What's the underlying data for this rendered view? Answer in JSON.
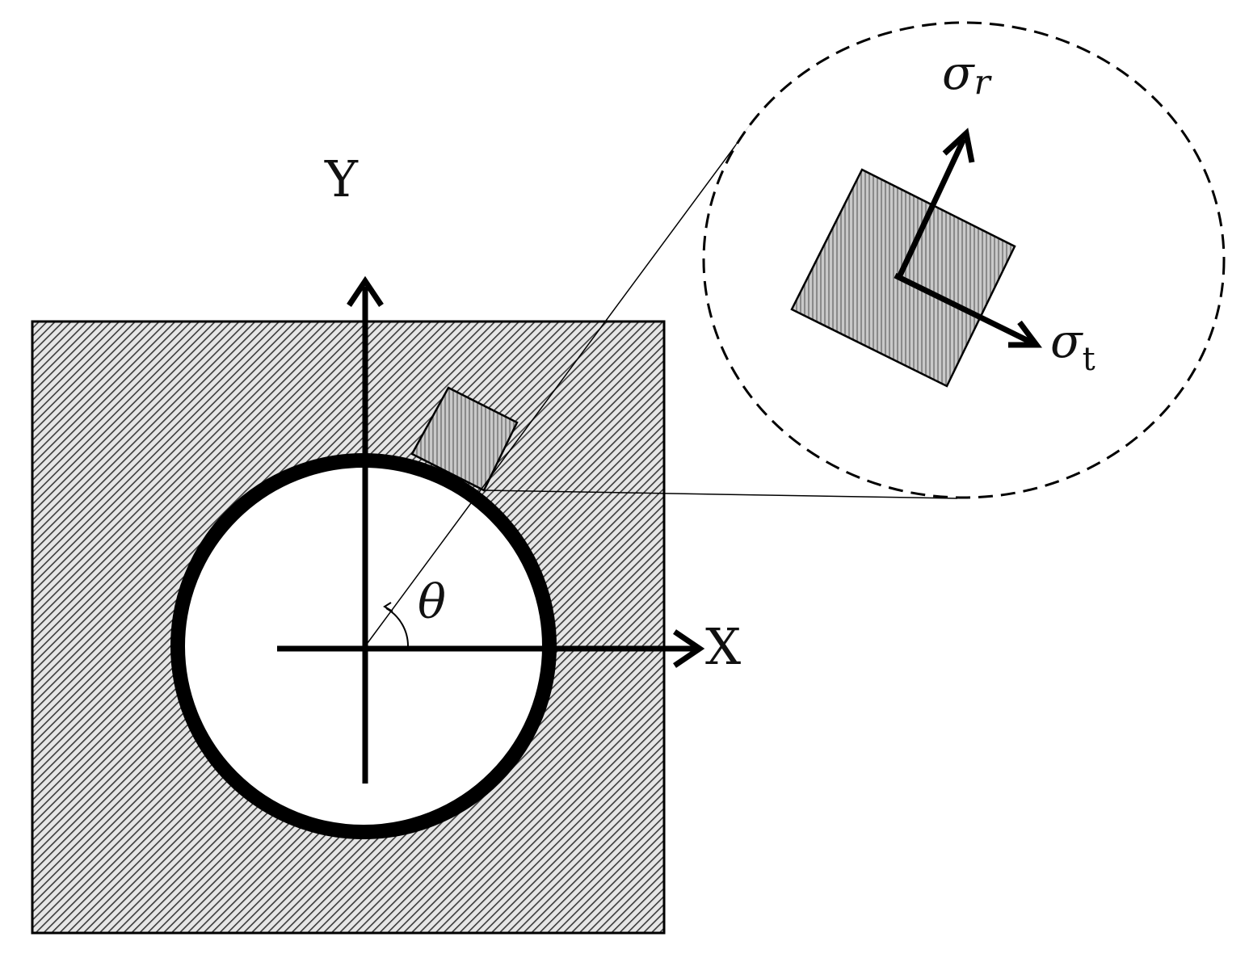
{
  "labels": {
    "y_axis": "Y",
    "x_axis": "X",
    "angle": "θ",
    "sigma": "σ",
    "radial_sub": "r",
    "tangential_sub": "t"
  },
  "colors": {
    "ink": "#000000",
    "hatch": "#3a3a3a",
    "background": "#ffffff"
  }
}
